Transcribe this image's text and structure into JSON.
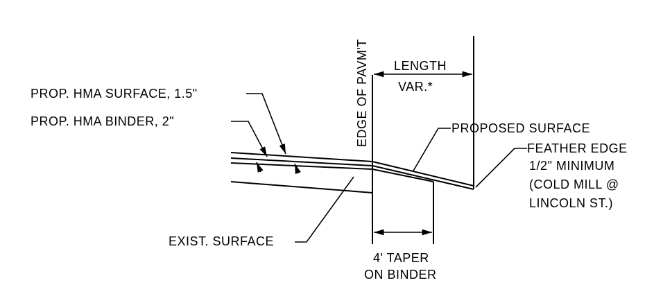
{
  "labels": {
    "prop_hma_surface": "PROP. HMA SURFACE, 1.5\"",
    "prop_hma_binder": "PROP. HMA BINDER, 2\"",
    "edge_of_pavmt": "EDGE OF PAVM'T",
    "length": "LENGTH",
    "var": "VAR.*",
    "proposed_surface": "PROPOSED SURFACE",
    "feather_edge_1": "FEATHER EDGE",
    "feather_edge_2": "1/2\" MINIMUM",
    "feather_edge_3": "(COLD MILL @",
    "feather_edge_4": "LINCOLN ST.)",
    "exist_surface": "EXIST. SURFACE",
    "taper_1": "4' TAPER",
    "taper_2": "ON BINDER"
  },
  "colors": {
    "ink": "#000000",
    "background": "#ffffff"
  }
}
